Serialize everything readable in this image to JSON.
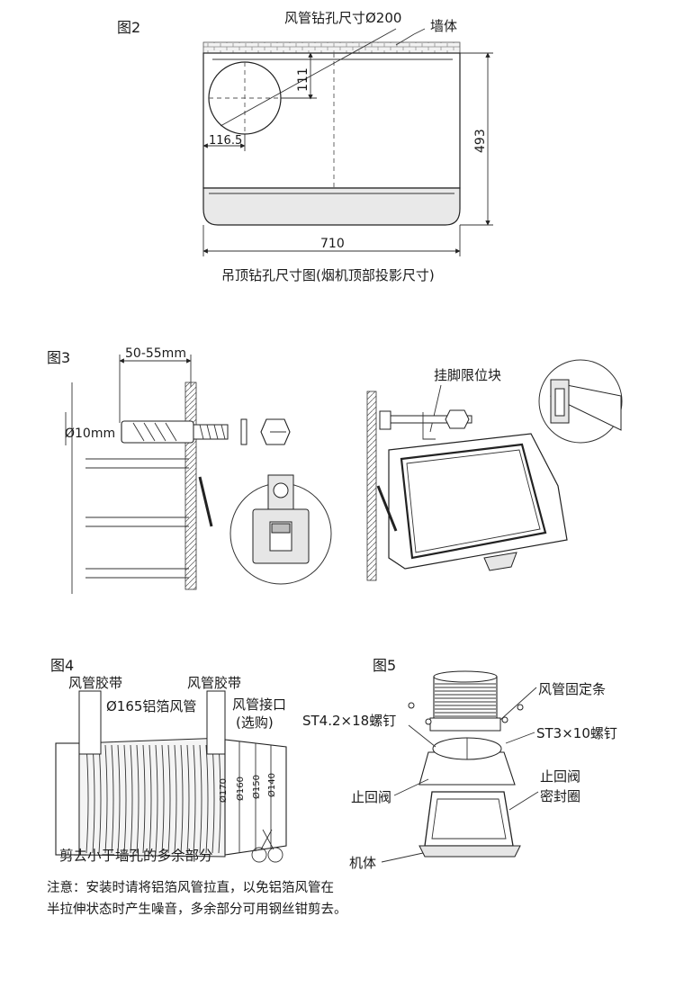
{
  "fig2": {
    "title": "图2",
    "duct_hole": "风管钻孔尺寸Ø200",
    "wall": "墙体",
    "dim_111": "111",
    "dim_116": "116.5",
    "dim_493": "493",
    "dim_710": "710",
    "caption": "吊顶钻孔尺寸图(烟机顶部投影尺寸)"
  },
  "fig3": {
    "title": "图3",
    "depth": "50-55mm",
    "bolt": "Ø10mm",
    "limit_block": "挂脚限位块"
  },
  "fig4": {
    "title": "图4",
    "tape_left": "风管胶带",
    "tape_right": "风管胶带",
    "foil_duct": "Ø165铝箔风管",
    "connector": "风管接口",
    "optional": "(选购)",
    "ring_170": "Ø170",
    "ring_160": "Ø160",
    "ring_150": "Ø150",
    "ring_140": "Ø140",
    "cut_excess": "剪去小于墙孔的多余部分"
  },
  "fig5": {
    "title": "图5",
    "fixing_strip": "风管固定条",
    "screw_st42": "ST4.2×18螺钉",
    "screw_st3": "ST3×10螺钉",
    "check_valve": "止回阀",
    "seal_line1": "止回阀",
    "seal_line2": "密封圈",
    "body": "机体"
  },
  "note": {
    "line1": "注意：安装时请将铝箔风管拉直，以免铝箔风管在",
    "line2": "半拉伸状态时产生噪音，多余部分可用钢丝钳剪去。"
  }
}
